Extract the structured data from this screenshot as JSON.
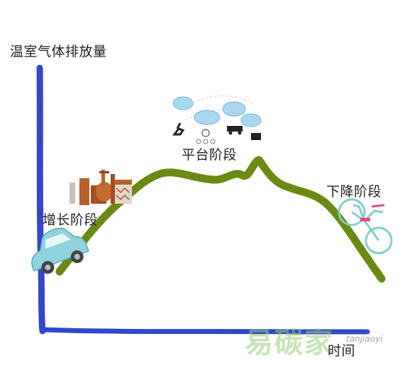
{
  "axes": {
    "y_label": "温室气体排放量",
    "x_label": "时间"
  },
  "stages": {
    "growth": "增长阶段",
    "plateau": "平台阶段",
    "decline": "下降阶段"
  },
  "watermark": {
    "text_cn": "易碳家",
    "text_en": "tanjiaoyi"
  },
  "colors": {
    "axis": "#3347c8",
    "curve": "#6a8a14",
    "car": "#8fd3dd",
    "factory": "#b8612a",
    "cloud": "#a9d7ee",
    "bicycle": "#7fd0c8"
  },
  "icons": [
    "car-icon",
    "factory-icon",
    "cloud-network-icon",
    "bicycle-icon"
  ]
}
